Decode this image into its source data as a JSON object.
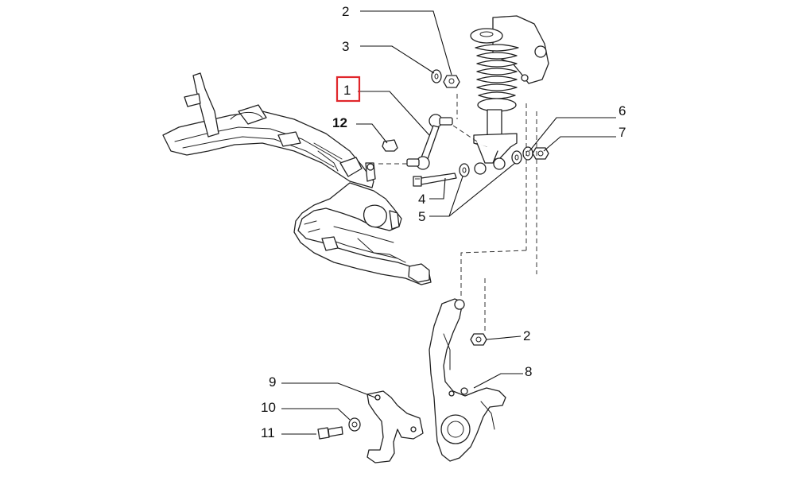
{
  "diagram": {
    "callouts": {
      "c1": "1",
      "c2a": "2",
      "c2b": "2",
      "c3": "3",
      "c4": "4",
      "c5": "5",
      "c6": "6",
      "c7": "7",
      "c8": "8",
      "c9": "9",
      "c10": "10",
      "c11": "11",
      "c12": "12"
    },
    "highlight_color": "#e0262b",
    "highlighted_callout": "1"
  }
}
